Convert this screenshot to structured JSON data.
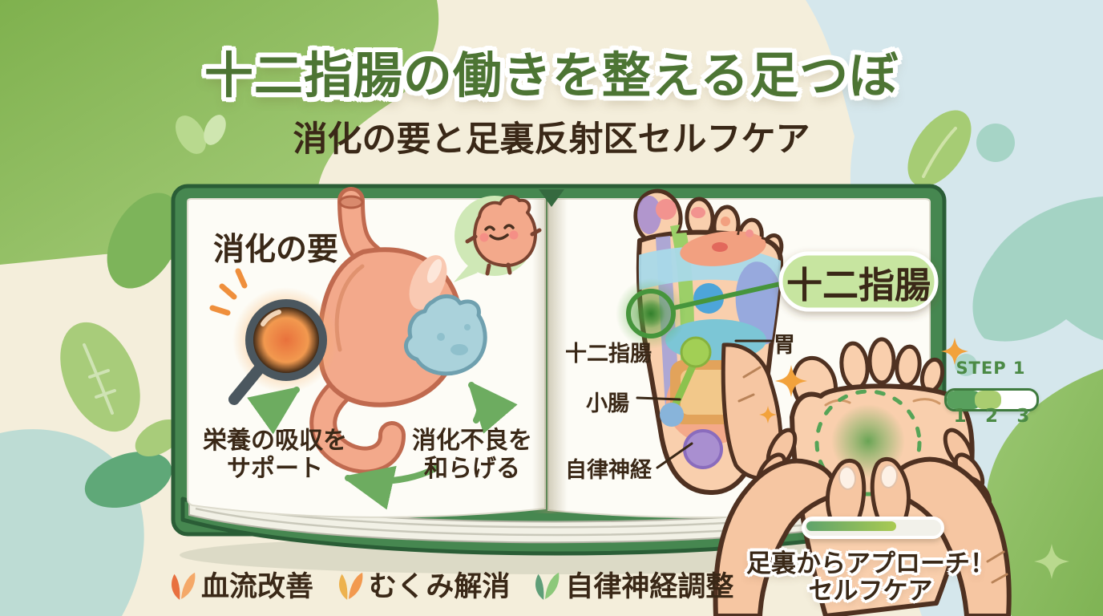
{
  "header": {
    "title": "十二指腸の働きを整える足つぼ",
    "subtitle": "消化の要と足裏反射区セルフケア"
  },
  "left_page": {
    "heading": "消化の要",
    "benefit_left": {
      "line1": "栄養の吸収を",
      "line2": "サポート"
    },
    "benefit_right": {
      "line1": "消化不良を",
      "line2": "和らげる"
    }
  },
  "right_page": {
    "callout_label": "十二指腸",
    "labels": {
      "duodenum": "十二指腸",
      "stomach": "胃",
      "small_intestine": "小腸",
      "autonomic_nerve": "自律神経"
    }
  },
  "step_panel": {
    "title": "STEP 1",
    "steps": [
      "1",
      "2",
      "3"
    ],
    "progress_colors": {
      "done": "#58a05d",
      "current": "#a9cd70",
      "todo": "#ffffff"
    }
  },
  "selfcare_caption": {
    "line1": "足裏からアプローチ！",
    "line2": "セルフケア"
  },
  "footer_badges": [
    {
      "label": "血流改善",
      "leaf_dark": "#e8703f",
      "leaf_light": "#f4a868"
    },
    {
      "label": "むくみ解消",
      "leaf_dark": "#edb24e",
      "leaf_light": "#f2994f"
    },
    {
      "label": "自律神経調整",
      "leaf_dark": "#5f9e78",
      "leaf_light": "#8cc87a"
    }
  ],
  "palette": {
    "title_green": "#4d7534",
    "text_brown": "#3a2817",
    "accent_green": "#4b8a45",
    "callout_green": "#c7e5a0",
    "book_cover_green": "#468750",
    "glow_green": "#46953c",
    "sparkle_orange": "#f2a23c"
  }
}
